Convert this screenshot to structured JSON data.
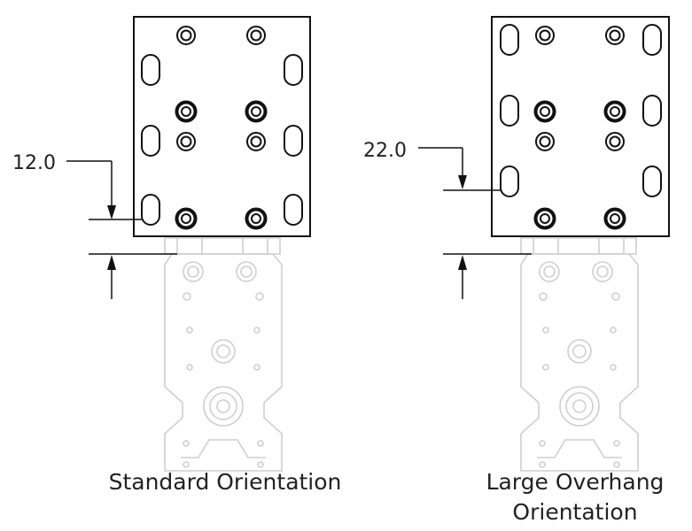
{
  "views": [
    {
      "dimension": "12.0",
      "caption_lines": [
        "Standard Orientation"
      ]
    },
    {
      "dimension": "22.0",
      "caption_lines": [
        "Large Overhang",
        "Orientation"
      ]
    }
  ],
  "colors": {
    "line": "#111111",
    "ghost": "#cfcfcf"
  }
}
